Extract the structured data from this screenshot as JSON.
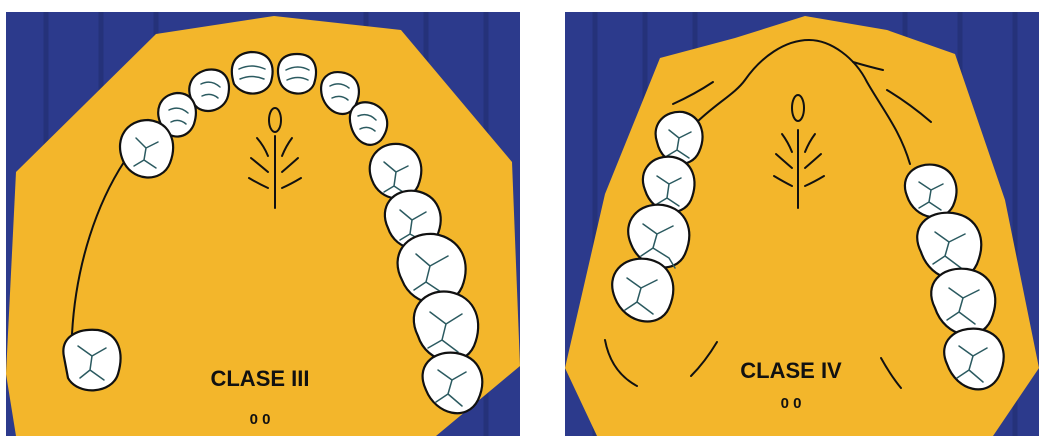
{
  "colors": {
    "background": "#2c3a8c",
    "stripe": "#25327a",
    "palate": "#f3b62b",
    "tooth": "#ffffff",
    "outline": "#111111",
    "fissure": "#2b5a60"
  },
  "diagrams": [
    {
      "label": "CLASE III",
      "sublabel": "0 0"
    },
    {
      "label": "CLASE IV",
      "sublabel": "0 0"
    }
  ]
}
